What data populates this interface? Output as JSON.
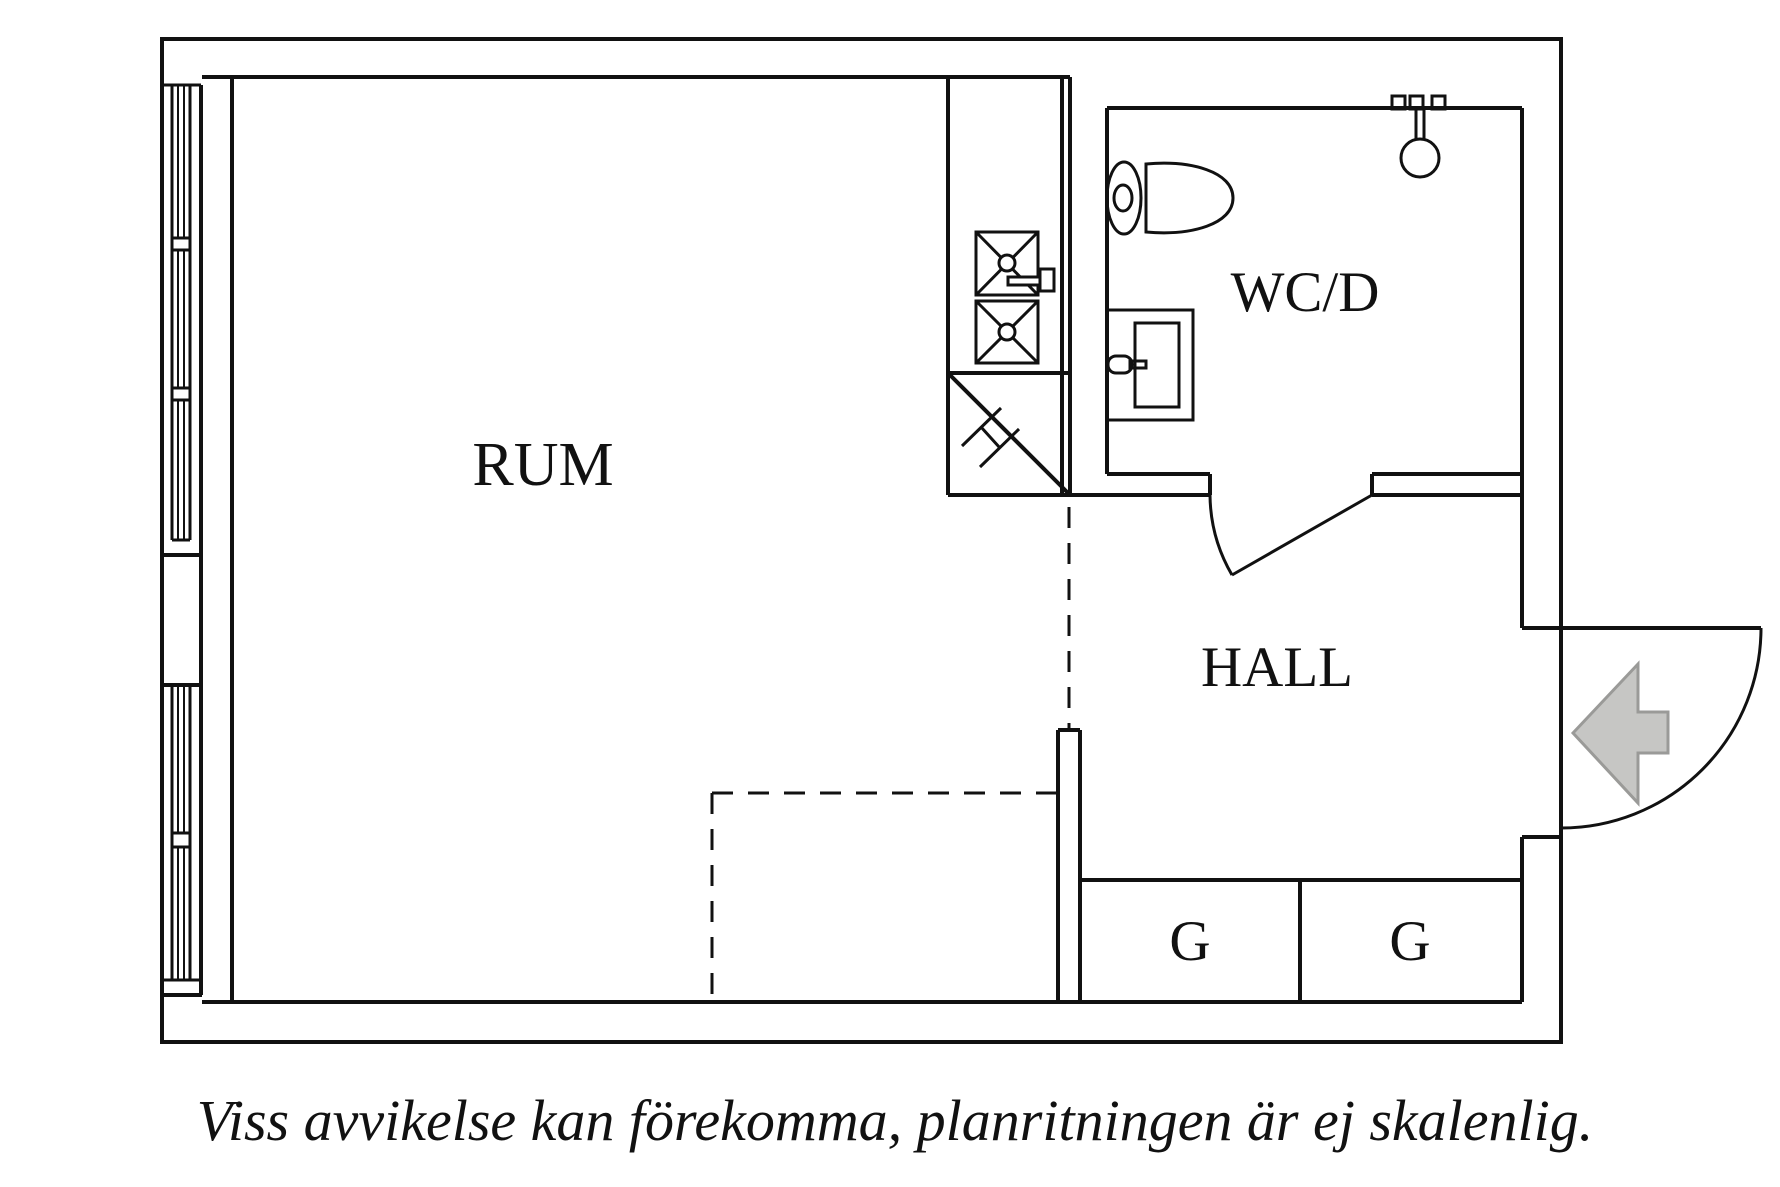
{
  "labels": {
    "room": "RUM",
    "bathroom": "WC/D",
    "hall": "HALL",
    "closet_left": "G",
    "closet_right": "G"
  },
  "caption": "Viss avvikelse kan förekomma, planritningen är ej skalenlig.",
  "colors": {
    "line": "#111111",
    "arrow_fill": "#c6c6c4",
    "arrow_stroke": "#9a9a98",
    "background": "#ffffff"
  },
  "symbols": {
    "entrance_arrow": "entrance-direction-arrow",
    "shower": "shower",
    "toilet": "toilet",
    "washbasin": "washbasin",
    "kitchen_sink": "double-kitchen-sink",
    "cabinet": "tall-cabinet",
    "windows": "window-wall"
  }
}
